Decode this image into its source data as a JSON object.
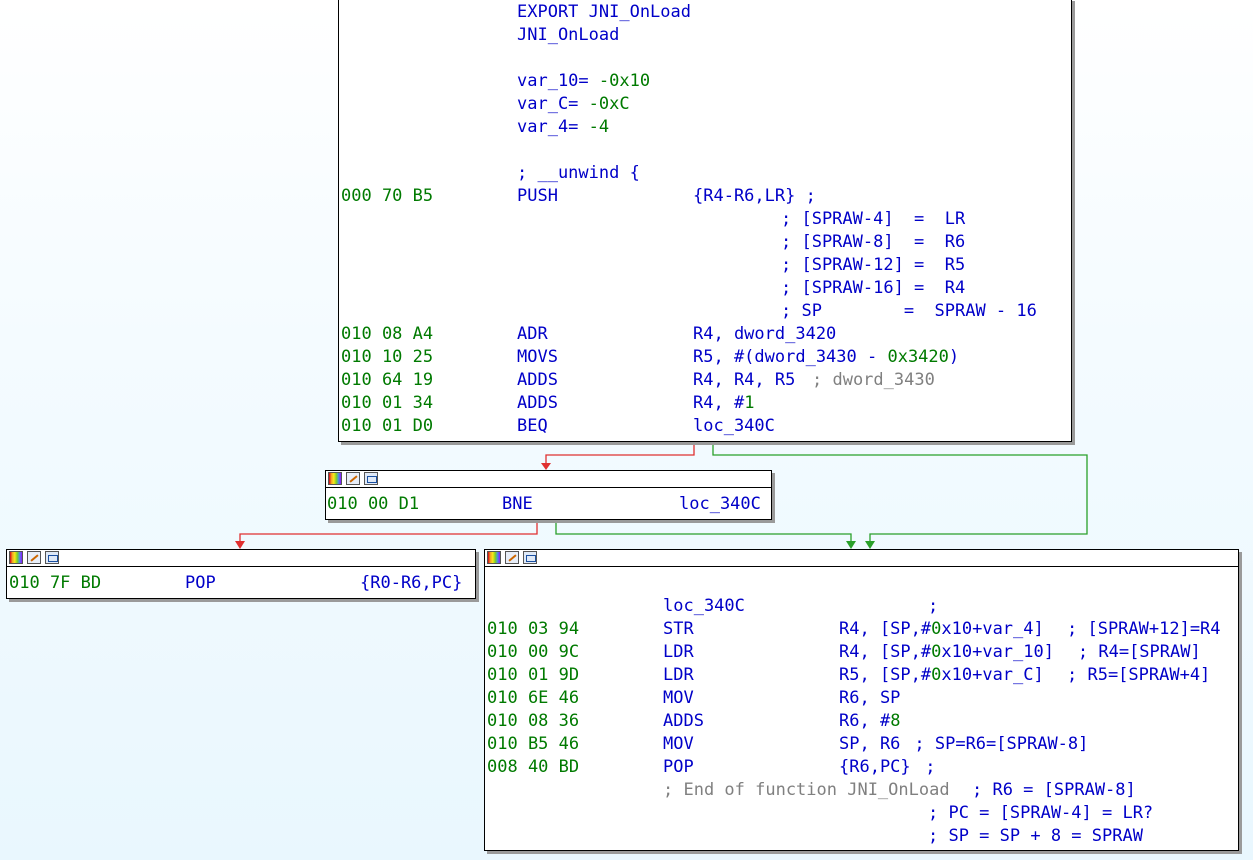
{
  "node_main": {
    "header": [
      {
        "text": "EXPORT JNI_OnLoad",
        "row": 0
      },
      {
        "text": "JNI_OnLoad",
        "row": 1
      },
      {
        "text": "var_10= -0x10",
        "row": 3
      },
      {
        "text": "var_C= -0xC",
        "row": 4
      },
      {
        "text": "var_4= -4",
        "row": 5
      },
      {
        "text": "; __unwind {",
        "row": 7
      }
    ],
    "push": {
      "addr": "000 70 B5",
      "mn": "PUSH",
      "op": "{R4-R6,LR} ;"
    },
    "push_comments": [
      "; [SPRAW-4]  =  LR",
      "; [SPRAW-8]  =  R6",
      "; [SPRAW-12] =  R5",
      "; [SPRAW-16] =  R4",
      "; SP        =  SPRAW - 16"
    ],
    "rows": [
      {
        "addr": "010 08 A4",
        "mn": "ADR",
        "op": "R4, dword_3420",
        "cm": ""
      },
      {
        "addr": "010 10 25",
        "mn": "MOVS",
        "op": "R5, #(dword_3430 - 0x3420)",
        "cm": ""
      },
      {
        "addr": "010 64 19",
        "mn": "ADDS",
        "op": "R4, R4, R5",
        "cm": "; dword_3430"
      },
      {
        "addr": "010 01 34",
        "mn": "ADDS",
        "op": "R4, #1",
        "cm": ""
      },
      {
        "addr": "010 01 D0",
        "mn": "BEQ",
        "op": "loc_340C",
        "cm": ""
      }
    ]
  },
  "node_bne": {
    "addr": "010 00 D1",
    "mn": "BNE",
    "op": "loc_340C"
  },
  "node_pop": {
    "addr": "010 7F BD",
    "mn": "POP",
    "op": "{R0-R6,PC}"
  },
  "node_loc": {
    "label": "loc_340C",
    "label_comment": ";",
    "rows": [
      {
        "addr": "010 03 94",
        "mn": "STR",
        "op": "R4, [SP,#0x10+var_4]",
        "cm": "; [SPRAW+12]=R4"
      },
      {
        "addr": "010 00 9C",
        "mn": "LDR",
        "op": "R4, [SP,#0x10+var_10]",
        "cm": "; R4=[SPRAW]"
      },
      {
        "addr": "010 01 9D",
        "mn": "LDR",
        "op": "R5, [SP,#0x10+var_C]",
        "cm": "; R5=[SPRAW+4]"
      },
      {
        "addr": "010 6E 46",
        "mn": "MOV",
        "op": "R6, SP",
        "cm": ""
      },
      {
        "addr": "010 08 36",
        "mn": "ADDS",
        "op": "R6, #8",
        "cm": ""
      },
      {
        "addr": "010 B5 46",
        "mn": "MOV",
        "op": "SP, R6",
        "cm": "; SP=R6=[SPRAW-8]"
      },
      {
        "addr": "008 40 BD",
        "mn": "POP",
        "op": "{R6,PC}",
        "cm": ";"
      }
    ],
    "end_comment": "; End of function JNI_OnLoad",
    "tail_comments": [
      "; R6 = [SPRAW-8]",
      "; PC = [SPRAW-4] = LR?",
      "; SP = SP + 8 = SPRAW"
    ]
  },
  "colors": {
    "address": "#007a00",
    "code": "#0000c8",
    "comment": "#808080",
    "edge_true": "#2aa02a",
    "edge_false": "#e03030",
    "annotation_arrow": "#e01010"
  }
}
